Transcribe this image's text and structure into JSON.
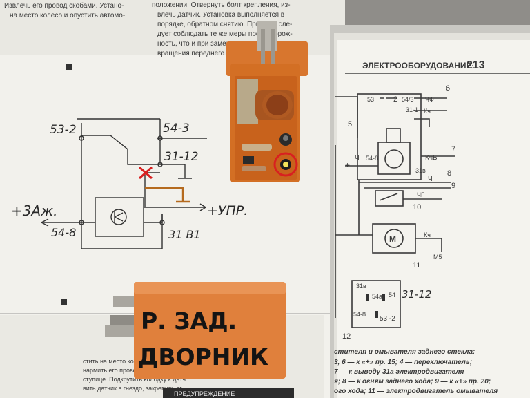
{
  "book_top_left": {
    "line1": "Извлечь его провод скобами. Устано-",
    "line2": "на место колесо и опустить автомо-"
  },
  "book_top_mid": {
    "line1": "положении. Отвернуть болт крепления, из-",
    "line2": "влечь датчик. Установка выполняется в",
    "line3": "порядке, обратном снятию. При этом сле-",
    "line4": "дует соблюдать те же меры предосторож-",
    "line5": "ность, что и при замене датчика",
    "line6": "вращения переднего"
  },
  "sketch": {
    "l53_2": "53-2",
    "l54_3": "54-3",
    "l31_12": "31-12",
    "l3az": "+3Аж.",
    "l54_8": "54-8",
    "lupr": "+УПР.",
    "l31b1": "31 В1"
  },
  "right_page": {
    "header": "ЭЛЕКТРООБОРУДОВАНИЕ·",
    "page_number": "213",
    "n53": "53",
    "n2": "2",
    "n54_3": "54/3",
    "n31_1": "31-1",
    "cf": "ЧФ",
    "kch1": "Кч",
    "n6": "6",
    "n5": "5",
    "n54b": "54-8",
    "ch1": "Ч",
    "kchb": "КчБ",
    "n7": "7",
    "n31v": "31в",
    "plus": "+",
    "ch2": "Ч",
    "n8": "8",
    "n9": "9",
    "chg": "ЧГ",
    "n10": "10",
    "motor": "М",
    "kch2": "Кч",
    "m5": "М5",
    "n11": "11",
    "box31v": "31в",
    "box54a": "54а",
    "box54": "54",
    "box54_8": "54-8",
    "box53_2": "53 -2",
    "box_hw": "31-12",
    "n12": "12",
    "cap1": "стителя и омывателя заднего стекла:",
    "cap2": "3, 6 — к «+» пр. 15; 4 — переключатель;",
    "cap3": "7 — к выводу 31а электродвигателя",
    "cap4": "я; 8 — к огням заднего хода; 9 — к «+» пр. 20;",
    "cap5": "ого хода; 11 — электродвигатель омывателя"
  },
  "relay_label": {
    "line1": "Р. ЗАД.",
    "line2": "ДВОРНИК"
  },
  "bottom_book": {
    "line1": "стить на место колесо и опустить авт",
    "line2": "нармить его провод скобами. Устан",
    "line3": "ступице. Подкрутить колодку к датч",
    "line4": "вить датчик в гнездо, закрепить ег",
    "tab": "ПРЕДУПРЕЖДЕНИЕ"
  },
  "colors": {
    "relay_orange": "#e0803c",
    "pcb_orange": "#d8762e",
    "red_mark": "#d82020",
    "paper": "#f4f3ee"
  }
}
